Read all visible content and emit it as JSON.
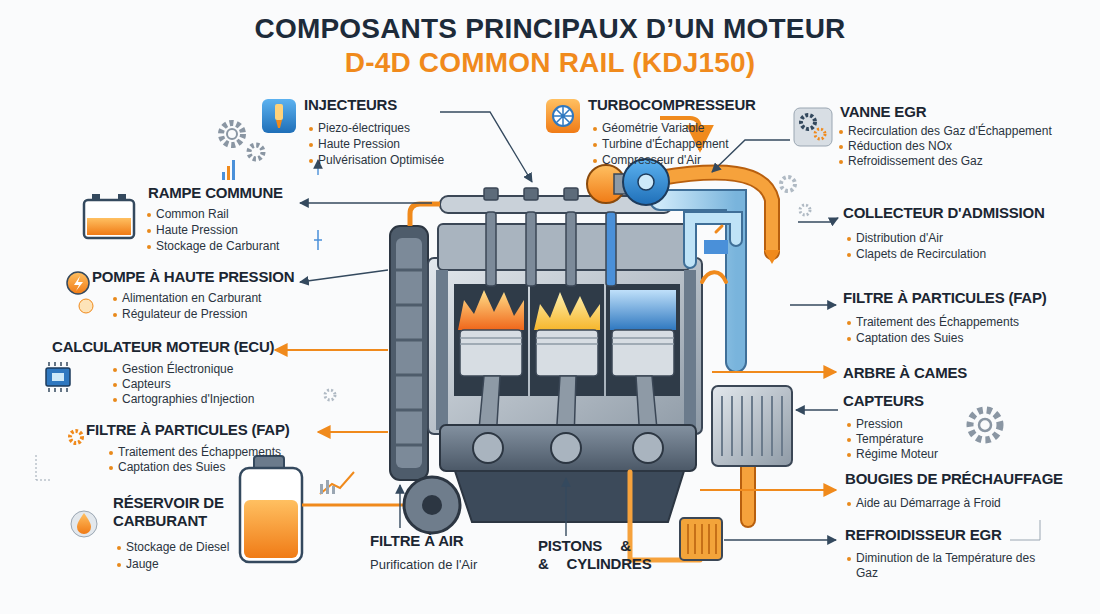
{
  "diagram": {
    "title": "COMPOSANTS PRINCIPAUX D’UN MOTEUR",
    "labels": [
      "D-4D COMMON RAIL (KDJ150)",
      "INJECTEURS",
      "Piezo-électriques",
      "Haute Pression",
      "Pulvérisation Optimisée",
      "TURBOCOMPRESSEUR",
      "Géométrie Variable",
      "Turbine d'Échappement",
      "Compresseur d'Air",
      "VANNE EGR",
      "Recirculation des Gaz d'Échappement",
      "Réduction des NOx",
      "Refroidissement des Gaz",
      "RAMPE COMMUNE",
      "Common Rail",
      "Haute Pression",
      "Stockage de Carburant",
      "POMPE À HAUTE PRESSION",
      "Alimentation en Carburant",
      "Régulateur de Pression",
      "CALCULATEUR MOTEUR (ECU)",
      "Gestion Électronique",
      "Capteurs",
      "Cartographies d'Injection",
      "FILTRE À PARTICULES (FAP)",
      "Traitement des Échappements",
      "Captation des Suies",
      "RÉSERVOIR DE CARBURANT",
      "Stockage de Diesel",
      "Jauge",
      "COLLECTEUR D'ADMISSION",
      "Distribution d'Air",
      "Clapets de Recirculation",
      "FILTRE À PARTICULES (FAP)",
      "Traitement des Échappements",
      "Captation des Suies",
      "ARBRE À CAMES",
      "CAPTEURS",
      "Pression",
      "Température",
      "Régime Moteur",
      "BOUGIES DE PRÉCHAUFFAGE",
      "Aide au Démarrage à Froid",
      "REFROIDISSEUR EGR",
      "Diminution de la Température des Gaz",
      "FILTRE À AIR",
      "Purification de l'Air",
      "PISTONS & & CYLINDRES"
    ]
  }
}
